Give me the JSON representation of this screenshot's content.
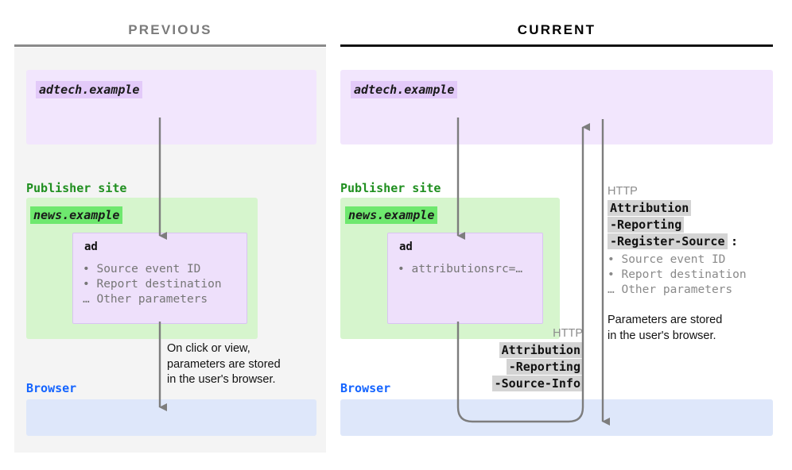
{
  "columns": {
    "previous": {
      "title": "PREVIOUS",
      "title_color": "#7b7b7b"
    },
    "current": {
      "title": "CURRENT",
      "title_color": "#000000"
    }
  },
  "palette": {
    "purple_zone": "#f2e6fd",
    "purple_label": "#e3caf9",
    "green_zone": "#d6f5cd",
    "green_label": "#6ee86e",
    "blue_zone": "#dee7fa",
    "panel_bg": "#f4f4f4",
    "arrow": "#777777",
    "publisher_text": "#1f8f1f",
    "browser_text": "#1464ff",
    "header_chip_bg": "#d4d4d4",
    "muted_text": "#8a8a8a"
  },
  "previous": {
    "adtech_label": "adtech.example",
    "publisher_heading": "Publisher site",
    "publisher_label": "news.example",
    "ad_title": "ad",
    "ad_params": "• Source event ID\n• Report destination\n… Other parameters",
    "browser_heading": "Browser",
    "note": "On click or view,\nparameters are stored\nin the user's browser."
  },
  "current": {
    "adtech_label": "adtech.example",
    "publisher_heading": "Publisher site",
    "publisher_label": "news.example",
    "ad_title": "ad",
    "ad_params": "• attributionsrc=…",
    "browser_heading": "Browser",
    "request_header": {
      "http_label": "HTTP",
      "chips": [
        "Attribution",
        "-Reporting",
        "-Source-Info"
      ]
    },
    "response_header": {
      "http_label": "HTTP",
      "chips": [
        "Attribution",
        "-Reporting",
        "-Register-Source"
      ],
      "colon": ":",
      "params": "• Source event ID\n• Report destination\n… Other parameters"
    },
    "note": "Parameters are stored\nin the user's browser."
  }
}
